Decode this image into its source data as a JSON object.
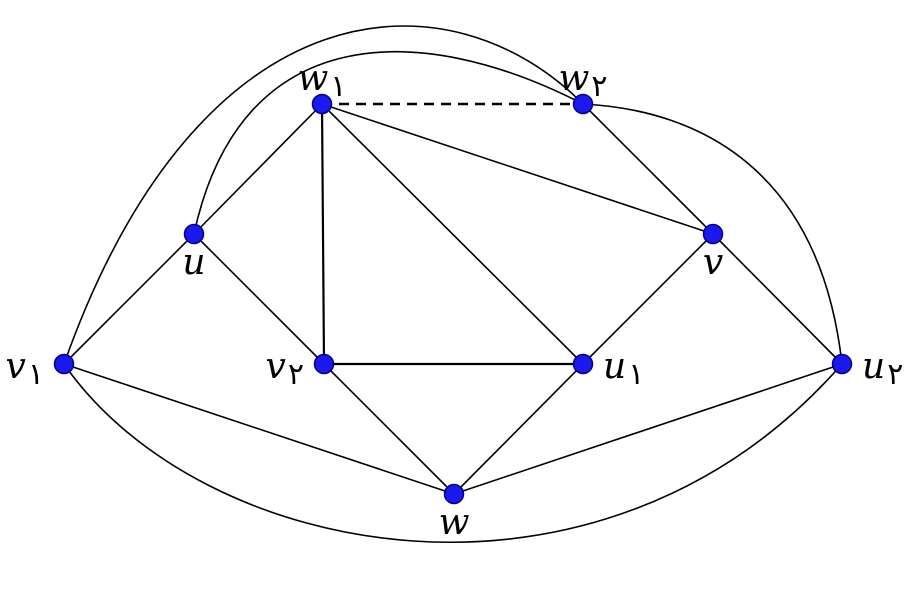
{
  "graph": {
    "vertex_color": "#1a1aee",
    "edge_color": "#000000",
    "vertices": [
      {
        "id": "w1",
        "label": "w",
        "sub": "۱"
      },
      {
        "id": "w2",
        "label": "w",
        "sub": "۲"
      },
      {
        "id": "u",
        "label": "u",
        "sub": ""
      },
      {
        "id": "v",
        "label": "v",
        "sub": ""
      },
      {
        "id": "v1",
        "label": "v",
        "sub": "۱"
      },
      {
        "id": "v2",
        "label": "v",
        "sub": "۲"
      },
      {
        "id": "u1",
        "label": "u",
        "sub": "۱"
      },
      {
        "id": "u2",
        "label": "u",
        "sub": "۲"
      },
      {
        "id": "w",
        "label": "w",
        "sub": ""
      }
    ],
    "edges": [
      {
        "from": "w1",
        "to": "w2",
        "style": "dashed"
      },
      {
        "from": "w1",
        "to": "u",
        "style": "solid"
      },
      {
        "from": "w1",
        "to": "v2",
        "style": "solid"
      },
      {
        "from": "w1",
        "to": "u1",
        "style": "solid"
      },
      {
        "from": "w1",
        "to": "v",
        "style": "solid"
      },
      {
        "from": "w2",
        "to": "v",
        "style": "solid"
      },
      {
        "from": "w2",
        "to": "u",
        "style": "curved"
      },
      {
        "from": "w2",
        "to": "v1",
        "style": "curved"
      },
      {
        "from": "w2",
        "to": "u2",
        "style": "curved"
      },
      {
        "from": "u",
        "to": "v1",
        "style": "solid"
      },
      {
        "from": "u",
        "to": "v2",
        "style": "solid"
      },
      {
        "from": "v",
        "to": "u1",
        "style": "solid"
      },
      {
        "from": "v",
        "to": "u2",
        "style": "solid"
      },
      {
        "from": "v2",
        "to": "u1",
        "style": "solid"
      },
      {
        "from": "v2",
        "to": "w",
        "style": "solid"
      },
      {
        "from": "u1",
        "to": "w",
        "style": "solid"
      },
      {
        "from": "v1",
        "to": "w",
        "style": "solid"
      },
      {
        "from": "u2",
        "to": "w",
        "style": "solid"
      },
      {
        "from": "v1",
        "to": "u2",
        "style": "curved"
      }
    ]
  }
}
